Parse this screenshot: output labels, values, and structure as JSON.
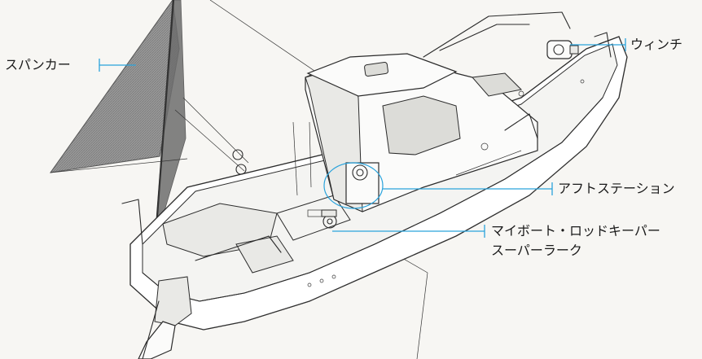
{
  "labels": {
    "spanker": "スパンカー",
    "winch": "ウィンチ",
    "aft_station": "アフトステーション",
    "rod_keeper_line1": "マイボート・ロッドキーパー",
    "rod_keeper_line2": "スーパーラーク"
  },
  "colors": {
    "leader_line": "#2aa3dc",
    "sail": "#8a8a8a",
    "background": "#f7f6f3"
  }
}
